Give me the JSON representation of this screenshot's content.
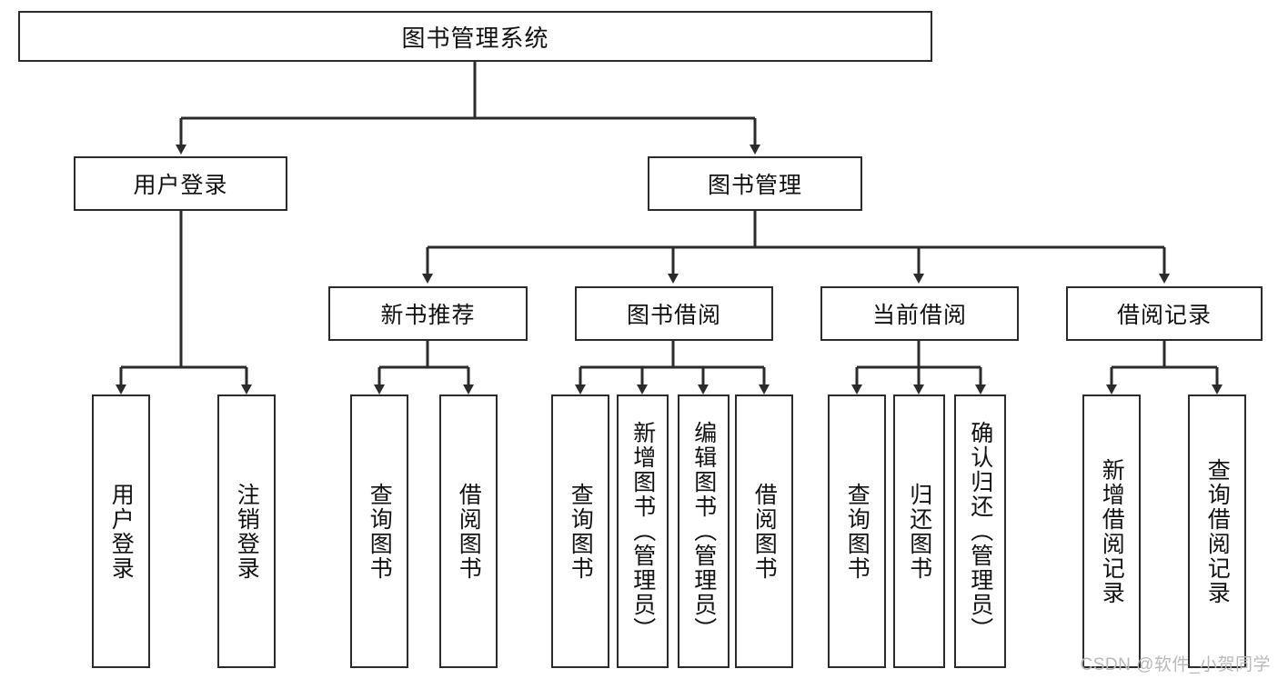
{
  "diagram": {
    "title_box": {
      "label": "图书管理系统"
    },
    "level2": [
      {
        "label": "用户登录"
      },
      {
        "label": "图书管理"
      }
    ],
    "level3": [
      {
        "label": "新书推荐"
      },
      {
        "label": "图书借阅"
      },
      {
        "label": "当前借阅"
      },
      {
        "label": "借阅记录"
      }
    ],
    "leaves": [
      {
        "label": "用户登录"
      },
      {
        "label": "注销登录"
      },
      {
        "label": "查询图书"
      },
      {
        "label": "借阅图书"
      },
      {
        "label": "查询图书"
      },
      {
        "label": "新增图书（管理员）"
      },
      {
        "label": "编辑图书（管理员）"
      },
      {
        "label": "借阅图书"
      },
      {
        "label": "查询图书"
      },
      {
        "label": "归还图书"
      },
      {
        "label": "确认归还（管理员）"
      },
      {
        "label": "新增借阅记录"
      },
      {
        "label": "查询借阅记录"
      }
    ]
  },
  "watermark": {
    "text": "CSDN @软件_小贺同学"
  },
  "colors": {
    "border": "#2b2b2b",
    "background": "#ffffff",
    "text": "#111111",
    "watermark": "#b9b9b9"
  }
}
